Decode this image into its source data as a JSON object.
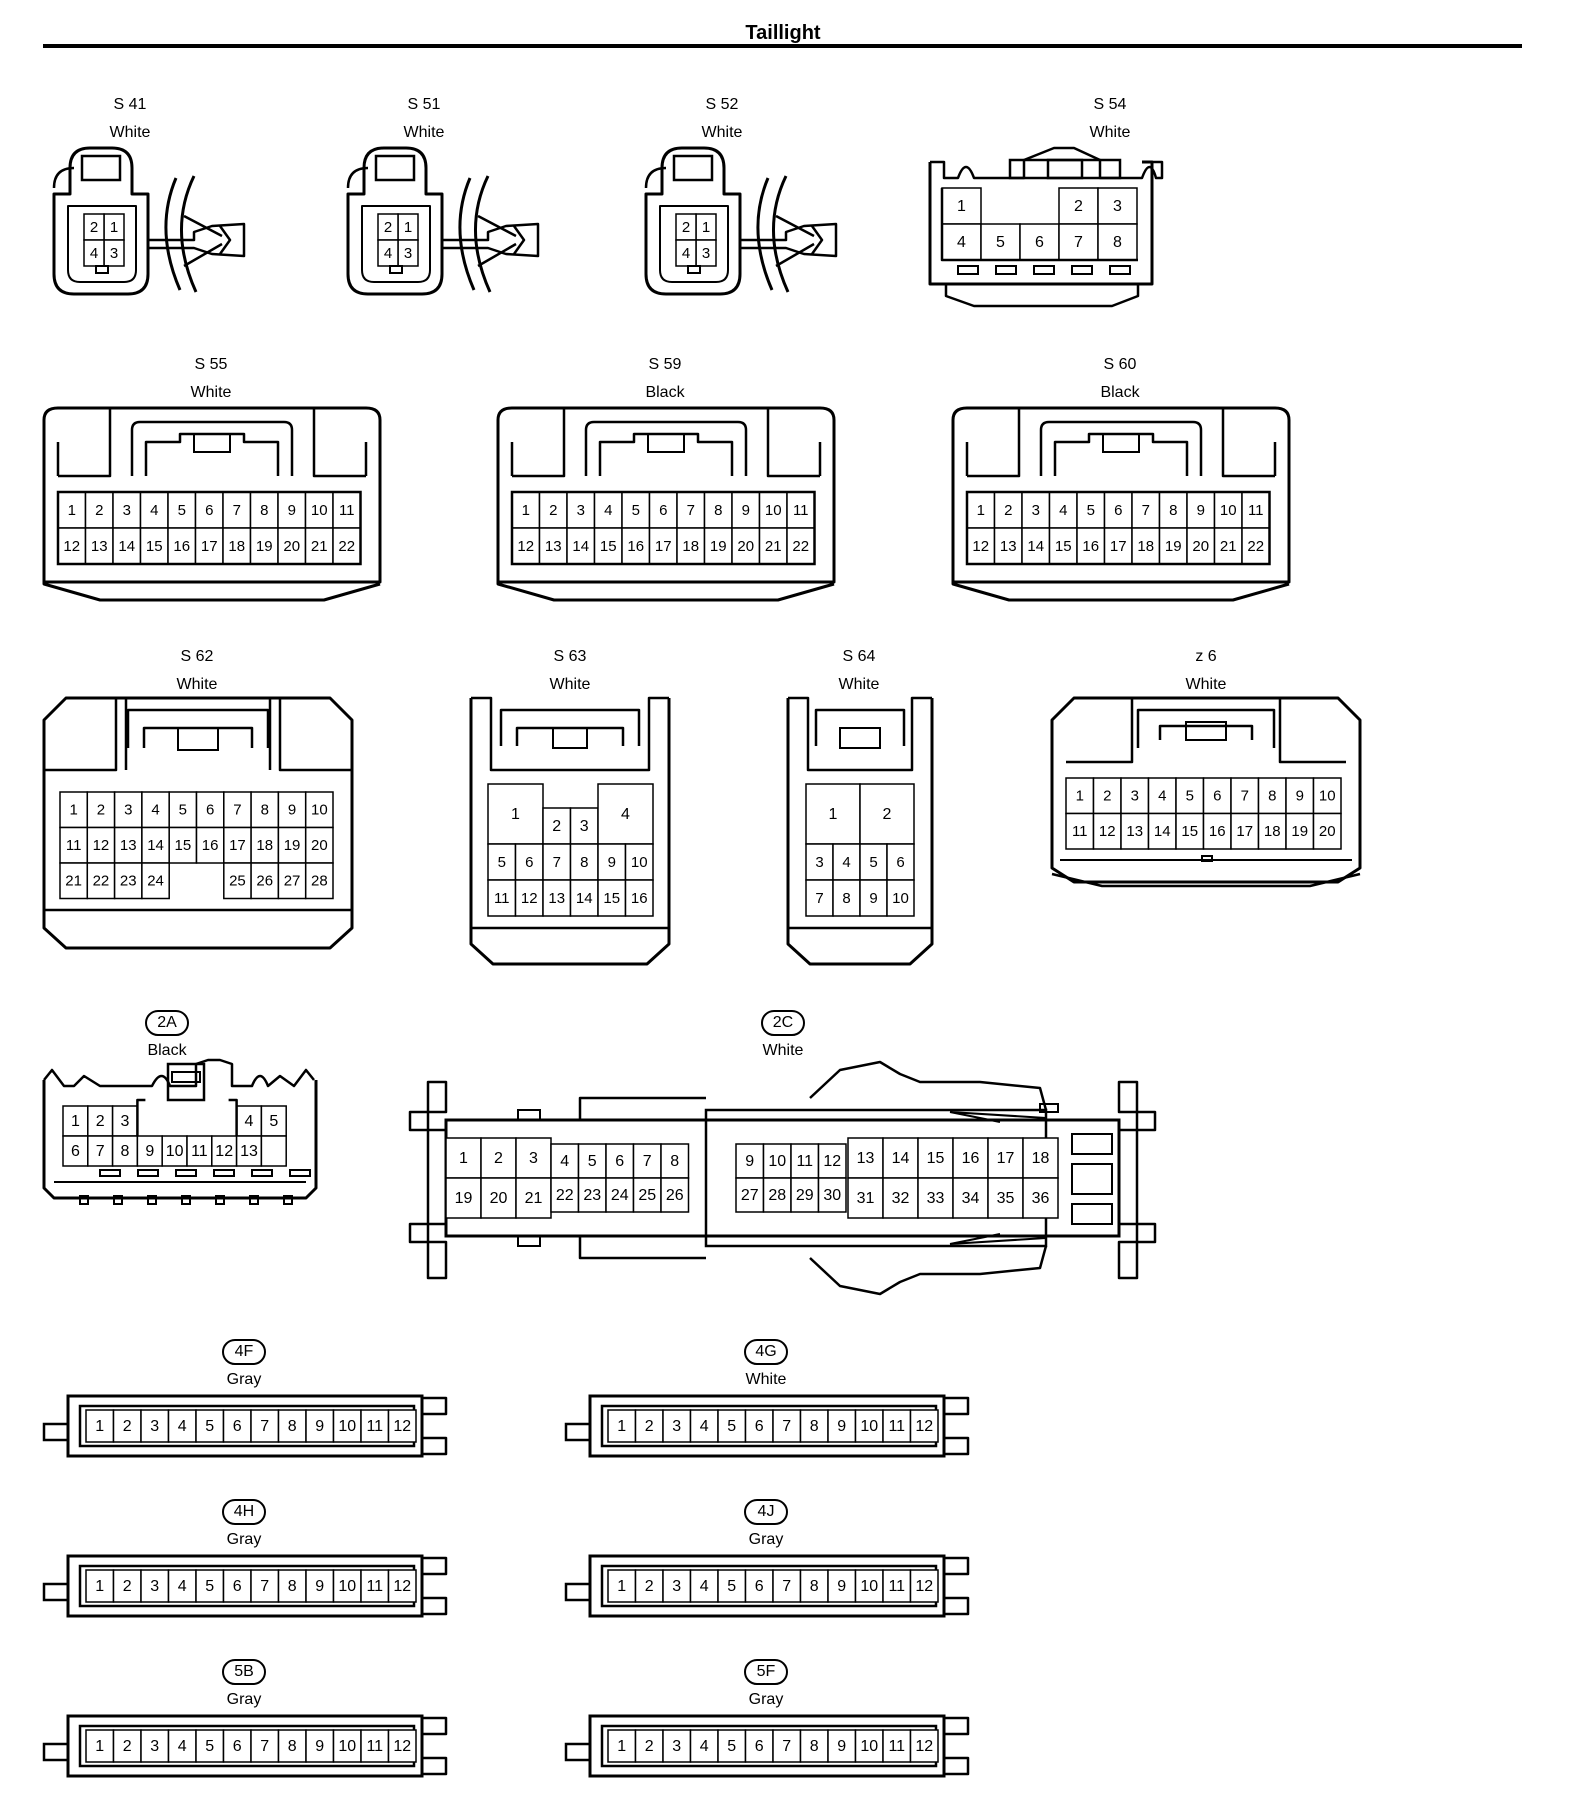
{
  "page": {
    "title": "Taillight"
  },
  "connectors": [
    {
      "id": "S 41",
      "color": "White",
      "pins": [
        "1",
        "2",
        "3",
        "4"
      ]
    },
    {
      "id": "S 51",
      "color": "White",
      "pins": [
        "1",
        "2",
        "3",
        "4"
      ]
    },
    {
      "id": "S 52",
      "color": "White",
      "pins": [
        "1",
        "2",
        "3",
        "4"
      ]
    },
    {
      "id": "S 54",
      "color": "White",
      "pins": [
        "1",
        "2",
        "3",
        "4",
        "5",
        "6",
        "7",
        "8"
      ]
    },
    {
      "id": "S 55",
      "color": "White",
      "pins": [
        "1",
        "2",
        "3",
        "4",
        "5",
        "6",
        "7",
        "8",
        "9",
        "10",
        "11",
        "12",
        "13",
        "14",
        "15",
        "16",
        "17",
        "18",
        "19",
        "20",
        "21",
        "22"
      ]
    },
    {
      "id": "S 59",
      "color": "Black",
      "pins": [
        "1",
        "2",
        "3",
        "4",
        "5",
        "6",
        "7",
        "8",
        "9",
        "10",
        "11",
        "12",
        "13",
        "14",
        "15",
        "16",
        "17",
        "18",
        "19",
        "20",
        "21",
        "22"
      ]
    },
    {
      "id": "S 60",
      "color": "Black",
      "pins": [
        "1",
        "2",
        "3",
        "4",
        "5",
        "6",
        "7",
        "8",
        "9",
        "10",
        "11",
        "12",
        "13",
        "14",
        "15",
        "16",
        "17",
        "18",
        "19",
        "20",
        "21",
        "22"
      ]
    },
    {
      "id": "S 62",
      "color": "White",
      "pins": [
        "1",
        "2",
        "3",
        "4",
        "5",
        "6",
        "7",
        "8",
        "9",
        "10",
        "11",
        "12",
        "13",
        "14",
        "15",
        "16",
        "17",
        "18",
        "19",
        "20",
        "21",
        "22",
        "23",
        "24",
        "25",
        "26",
        "27",
        "28"
      ]
    },
    {
      "id": "S 63",
      "color": "White",
      "pins": [
        "1",
        "2",
        "3",
        "4",
        "5",
        "6",
        "7",
        "8",
        "9",
        "10",
        "11",
        "12",
        "13",
        "14",
        "15",
        "16"
      ]
    },
    {
      "id": "S 64",
      "color": "White",
      "pins": [
        "1",
        "2",
        "3",
        "4",
        "5",
        "6",
        "7",
        "8",
        "9",
        "10"
      ]
    },
    {
      "id": "z 6",
      "color": "White",
      "pins": [
        "1",
        "2",
        "3",
        "4",
        "5",
        "6",
        "7",
        "8",
        "9",
        "10",
        "11",
        "12",
        "13",
        "14",
        "15",
        "16",
        "17",
        "18",
        "19",
        "20"
      ]
    },
    {
      "id": "2A",
      "color": "Black",
      "pins": [
        "1",
        "2",
        "3",
        "4",
        "5",
        "6",
        "7",
        "8",
        "9",
        "10",
        "11",
        "12",
        "13"
      ]
    },
    {
      "id": "2C",
      "color": "White",
      "pins": [
        "1",
        "2",
        "3",
        "4",
        "5",
        "6",
        "7",
        "8",
        "9",
        "10",
        "11",
        "12",
        "13",
        "14",
        "15",
        "16",
        "17",
        "18",
        "19",
        "20",
        "21",
        "22",
        "23",
        "24",
        "25",
        "26",
        "27",
        "28",
        "29",
        "30",
        "31",
        "32",
        "33",
        "34",
        "35",
        "36"
      ]
    },
    {
      "id": "4F",
      "color": "Gray",
      "pins": [
        "1",
        "2",
        "3",
        "4",
        "5",
        "6",
        "7",
        "8",
        "9",
        "10",
        "11",
        "12"
      ]
    },
    {
      "id": "4G",
      "color": "White",
      "pins": [
        "1",
        "2",
        "3",
        "4",
        "5",
        "6",
        "7",
        "8",
        "9",
        "10",
        "11",
        "12"
      ]
    },
    {
      "id": "4H",
      "color": "Gray",
      "pins": [
        "1",
        "2",
        "3",
        "4",
        "5",
        "6",
        "7",
        "8",
        "9",
        "10",
        "11",
        "12"
      ]
    },
    {
      "id": "4J",
      "color": "Gray",
      "pins": [
        "1",
        "2",
        "3",
        "4",
        "5",
        "6",
        "7",
        "8",
        "9",
        "10",
        "11",
        "12"
      ]
    },
    {
      "id": "5B",
      "color": "Gray",
      "pins": [
        "1",
        "2",
        "3",
        "4",
        "5",
        "6",
        "7",
        "8",
        "9",
        "10",
        "11",
        "12"
      ]
    },
    {
      "id": "5F",
      "color": "Gray",
      "pins": [
        "1",
        "2",
        "3",
        "4",
        "5",
        "6",
        "7",
        "8",
        "9",
        "10",
        "11",
        "12"
      ]
    }
  ]
}
